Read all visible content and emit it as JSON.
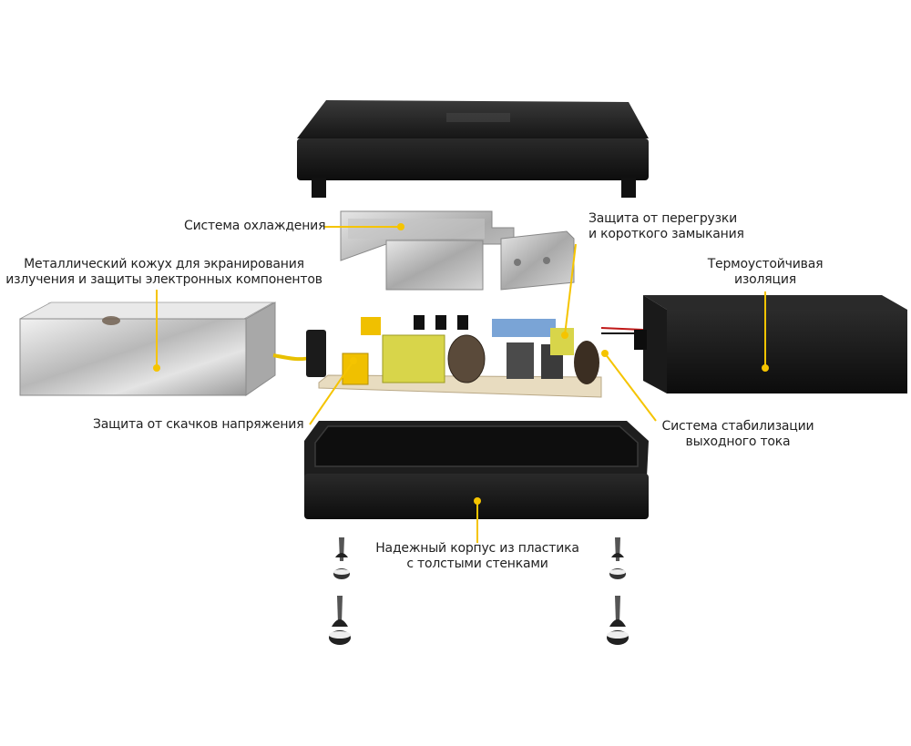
{
  "colors": {
    "accent": "#f5c400",
    "plastic": "#1b1b1b",
    "metal": "#c9c9c9",
    "pcb": "#e8dcc0"
  },
  "labels": {
    "cooling": "Система охлаждения",
    "overload_l1": "Защита от перегрузки",
    "overload_l2": "и короткого замыкания",
    "shield_l1": "Металлический кожух для экранирования",
    "shield_l2": "излучения и защиты электронных компонентов",
    "insulation_l1": "Термоустойчивая",
    "insulation_l2": "изоляция",
    "surge": "Защита от скачков напряжения",
    "stabilization_l1": "Система стабилизации",
    "stabilization_l2": "выходного тока",
    "case_l1": "Надежный корпус из пластика",
    "case_l2": "с толстыми стенками"
  },
  "icons": [
    "screw-icon",
    "washer-icon",
    "callout-dot-icon"
  ]
}
